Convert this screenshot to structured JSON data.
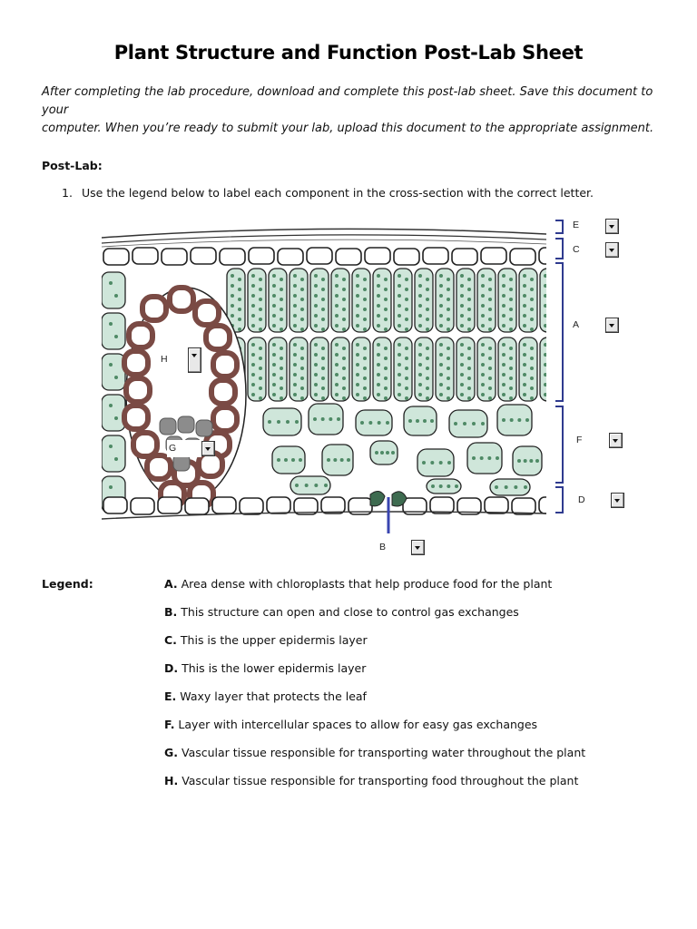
{
  "title": "Plant Structure and Function Post-Lab Sheet",
  "intro_line1": "After completing the lab procedure, download and complete this post-lab sheet. Save this document to your",
  "intro_line2": "computer. When you’re ready to submit your lab, upload this document to the appropriate assignment.",
  "postlab_heading": "Post-Lab:",
  "question": {
    "number": "1.",
    "text": "Use the legend below to label each component in the cross-section with the correct letter."
  },
  "diagram_labels": {
    "E": "E",
    "C": "C",
    "A": "A",
    "F": "F",
    "D": "D",
    "B": "B",
    "H": "H",
    "G": "G"
  },
  "legend": {
    "heading": "Legend:",
    "items": [
      {
        "letter": "A.",
        "text": " Area dense with chloroplasts that help produce food for the plant"
      },
      {
        "letter": "B.",
        "text": " This structure can open and close to control gas exchanges"
      },
      {
        "letter": "C.",
        "text": " This is the upper epidermis layer"
      },
      {
        "letter": "D.",
        "text": " This is the lower epidermis layer"
      },
      {
        "letter": "E.",
        "text": " Waxy layer that protects the leaf"
      },
      {
        "letter": "F.",
        "text": " Layer with intercellular spaces to allow for easy gas exchanges"
      },
      {
        "letter": "G.",
        "text": " Vascular tissue responsible for transporting water throughout the plant"
      },
      {
        "letter": "H.",
        "text": " Vascular tissue responsible for transporting food throughout the plant"
      }
    ]
  },
  "colors": {
    "cell_green": "#cfe6da",
    "chloroplast": "#4f8a66",
    "xylem_brown": "#7a4a44",
    "phloem_gray": "#8c8c8c",
    "bracket_blue": "#2f3b8f"
  }
}
